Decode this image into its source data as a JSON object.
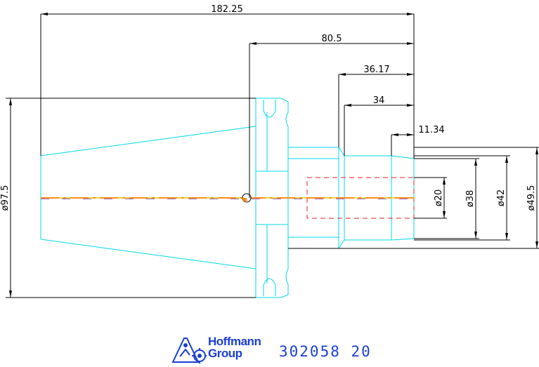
{
  "dimensions": {
    "overall_length": "182.25",
    "taper_length": "80.5",
    "bore_depth": "36.17",
    "bore_depth_inner": "34",
    "chamfer_length": "11.34",
    "flange_diameter": "ø97.5",
    "bore_diameter": "ø20",
    "inner_diameter": "ø38",
    "nose_diameter": "ø42",
    "outer_diameter": "ø49.5"
  },
  "brand": {
    "line1": "Hoffmann",
    "line2": "Group",
    "part_number": "302058 20"
  },
  "colors": {
    "outline": "#00d8e8",
    "dimension": "#000000",
    "centerline_orange": "#ff8c1a",
    "centerline_purple": "#9966cc",
    "centerline_yellow": "#f0d000",
    "hidden": "#e02020",
    "brand_blue": "#1a3fd6"
  }
}
